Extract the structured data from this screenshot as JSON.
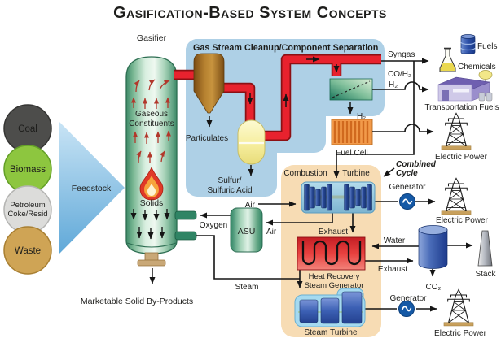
{
  "title": "Gasification-Based System Concepts",
  "feedstocks": {
    "arrow_label": "Feedstock",
    "items": [
      {
        "label": "Coal",
        "color": "#4d4d4b"
      },
      {
        "label": "Biomass",
        "color": "#8dc63f"
      },
      {
        "label_line1": "Petroleum",
        "label_line2": "Coke/Resid",
        "color": "#dcdcda"
      },
      {
        "label": "Waste",
        "color": "#cfa455"
      }
    ]
  },
  "gasifier": {
    "label": "Gasifier",
    "gaseous_line1": "Gaseous",
    "gaseous_line2": "Constituents",
    "solids": "Solids",
    "byproducts": "Marketable Solid By-Products"
  },
  "cleanup": {
    "title": "Gas Stream Cleanup/Component Separation",
    "particulates": "Particulates",
    "sulfur_line1": "Sulfur/",
    "sulfur_line2": "Sulfuric Acid",
    "membrane_h2": "H₂"
  },
  "streams": {
    "syngas": "Syngas",
    "co_h2": "CO/H₂",
    "h2": "H₂",
    "air": "Air",
    "oxygen": "Oxygen",
    "steam": "Steam",
    "exhaust": "Exhaust",
    "water": "Water",
    "co2": "CO₂"
  },
  "components": {
    "fuel_cell": "Fuel Cell",
    "combustion": "Combustion",
    "turbine": "Turbine",
    "asu": "ASU",
    "hrsg_line1": "Heat Recovery",
    "hrsg_line2": "Steam Generator",
    "steam_turbine": "Steam Turbine",
    "generator": "Generator",
    "combined_cycle_line1": "Combined",
    "combined_cycle_line2": "Cycle"
  },
  "products": {
    "fuels": "Fuels",
    "chemicals": "Chemicals",
    "transportation_fuels": "Transportation Fuels",
    "electric_power": "Electric Power",
    "stack": "Stack"
  },
  "colors": {
    "cleanup_box": "#aed0e6",
    "combined_cycle_box": "#f7dcb4",
    "pipe_red": "#e8222e",
    "gasifier_green": "#7ab894",
    "feedstock_arrow_blue": "#5fa8d8"
  }
}
